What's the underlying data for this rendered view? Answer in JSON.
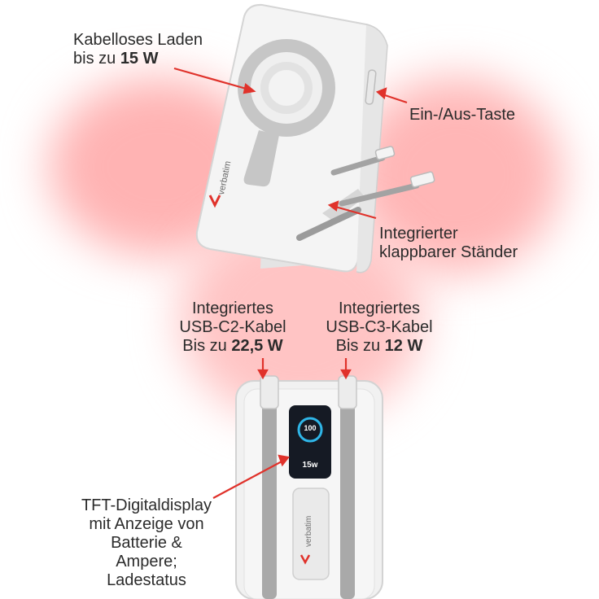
{
  "labels": {
    "wireless": {
      "line1": "Kabelloses Laden",
      "line2_prefix": "bis zu ",
      "line2_value": "15 W"
    },
    "power_button": "Ein-/Aus-Taste",
    "stand": {
      "line1": "Integrierter",
      "line2": "klappbarer Ständer"
    },
    "cable_c2": {
      "line1": "Integriertes",
      "line2": "USB-C2-Kabel",
      "line3_prefix": "Bis zu ",
      "line3_value": "22,5 W"
    },
    "cable_c3": {
      "line1": "Integriertes",
      "line2": "USB-C3-Kabel",
      "line3_prefix": "Bis zu ",
      "line3_value": "12 W"
    },
    "display": {
      "line1": "TFT-Digitaldisplay",
      "line2": "mit Anzeige von",
      "line3": "Batterie &",
      "line4": "Ampere;",
      "line5": "Ladestatus"
    }
  },
  "device": {
    "brand": "verbatim",
    "screen_battery": "100",
    "screen_power": "15w"
  },
  "colors": {
    "glow": "#ff9a9a",
    "arrow": "#e0322b",
    "body": "#f2f2f2",
    "ring": "#c9c9c9"
  }
}
